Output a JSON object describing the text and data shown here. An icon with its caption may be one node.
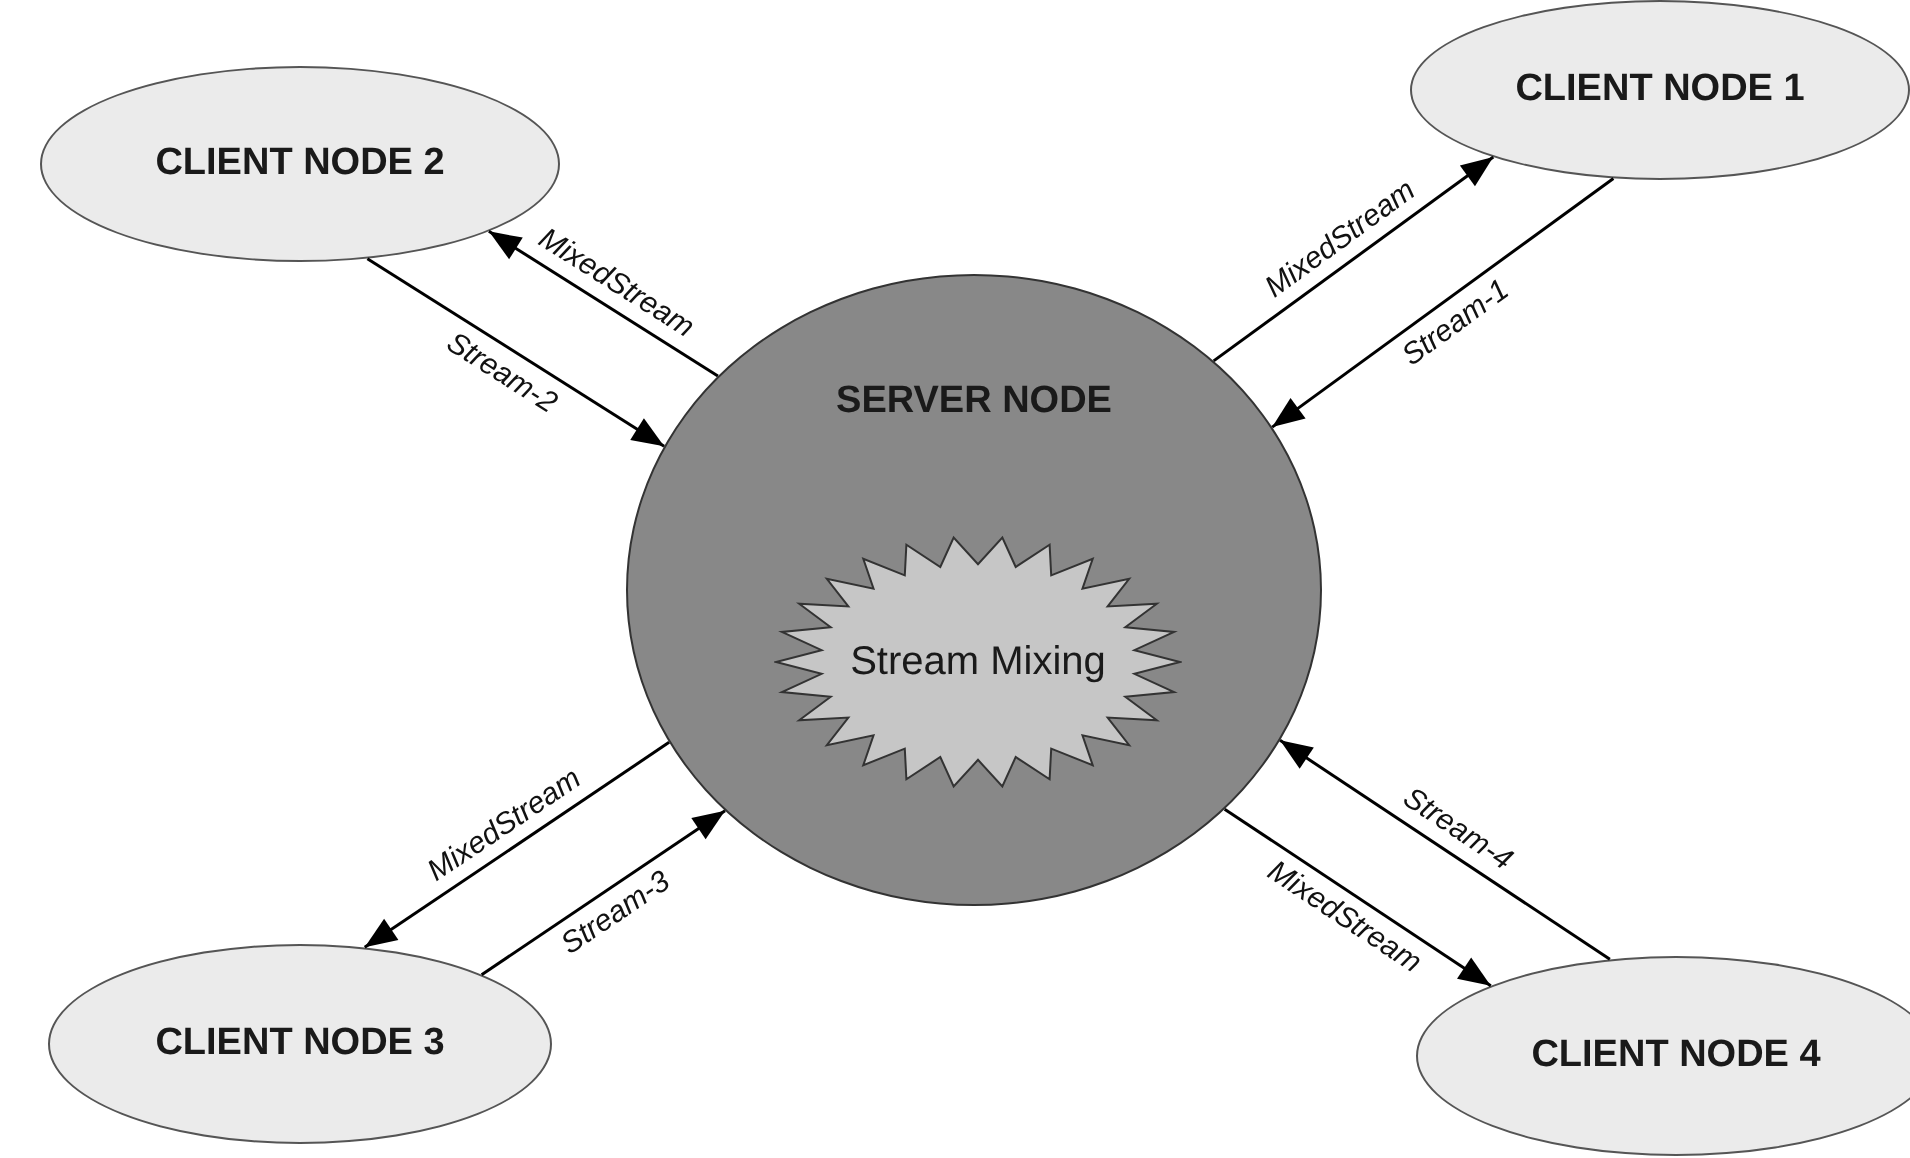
{
  "diagram": {
    "nodes": [
      {
        "text": [
          "CLIENT NODE 1"
        ]
      },
      {
        "text": [
          "CLIENT NODE 2"
        ]
      },
      {
        "text": [
          "SERVER NODE"
        ]
      },
      {
        "text": [
          "Stream Mixing"
        ],
        "in": 2
      },
      {
        "text": [
          "CLIENT NODE 3"
        ]
      },
      {
        "text": [
          "CLIENT NODE 4"
        ]
      }
    ],
    "edges": [
      {
        "from": 2,
        "to": 0,
        "arrow": "to",
        "label": "MixedStream"
      },
      {
        "from": 0,
        "to": 2,
        "arrow": "to",
        "label": "Stream-1"
      },
      {
        "from": 2,
        "to": 1,
        "arrow": "to",
        "label": "MixedStream"
      },
      {
        "from": 1,
        "to": 2,
        "arrow": "to",
        "label": "Stream-2"
      },
      {
        "from": 2,
        "to": 4,
        "arrow": "to",
        "label": "MixedStream"
      },
      {
        "from": 4,
        "to": 2,
        "arrow": "to",
        "label": "Stream-3"
      },
      {
        "from": 2,
        "to": 5,
        "arrow": "to",
        "label": "MixedStream"
      },
      {
        "from": 5,
        "to": 2,
        "arrow": "to",
        "label": "Stream-4"
      }
    ]
  }
}
